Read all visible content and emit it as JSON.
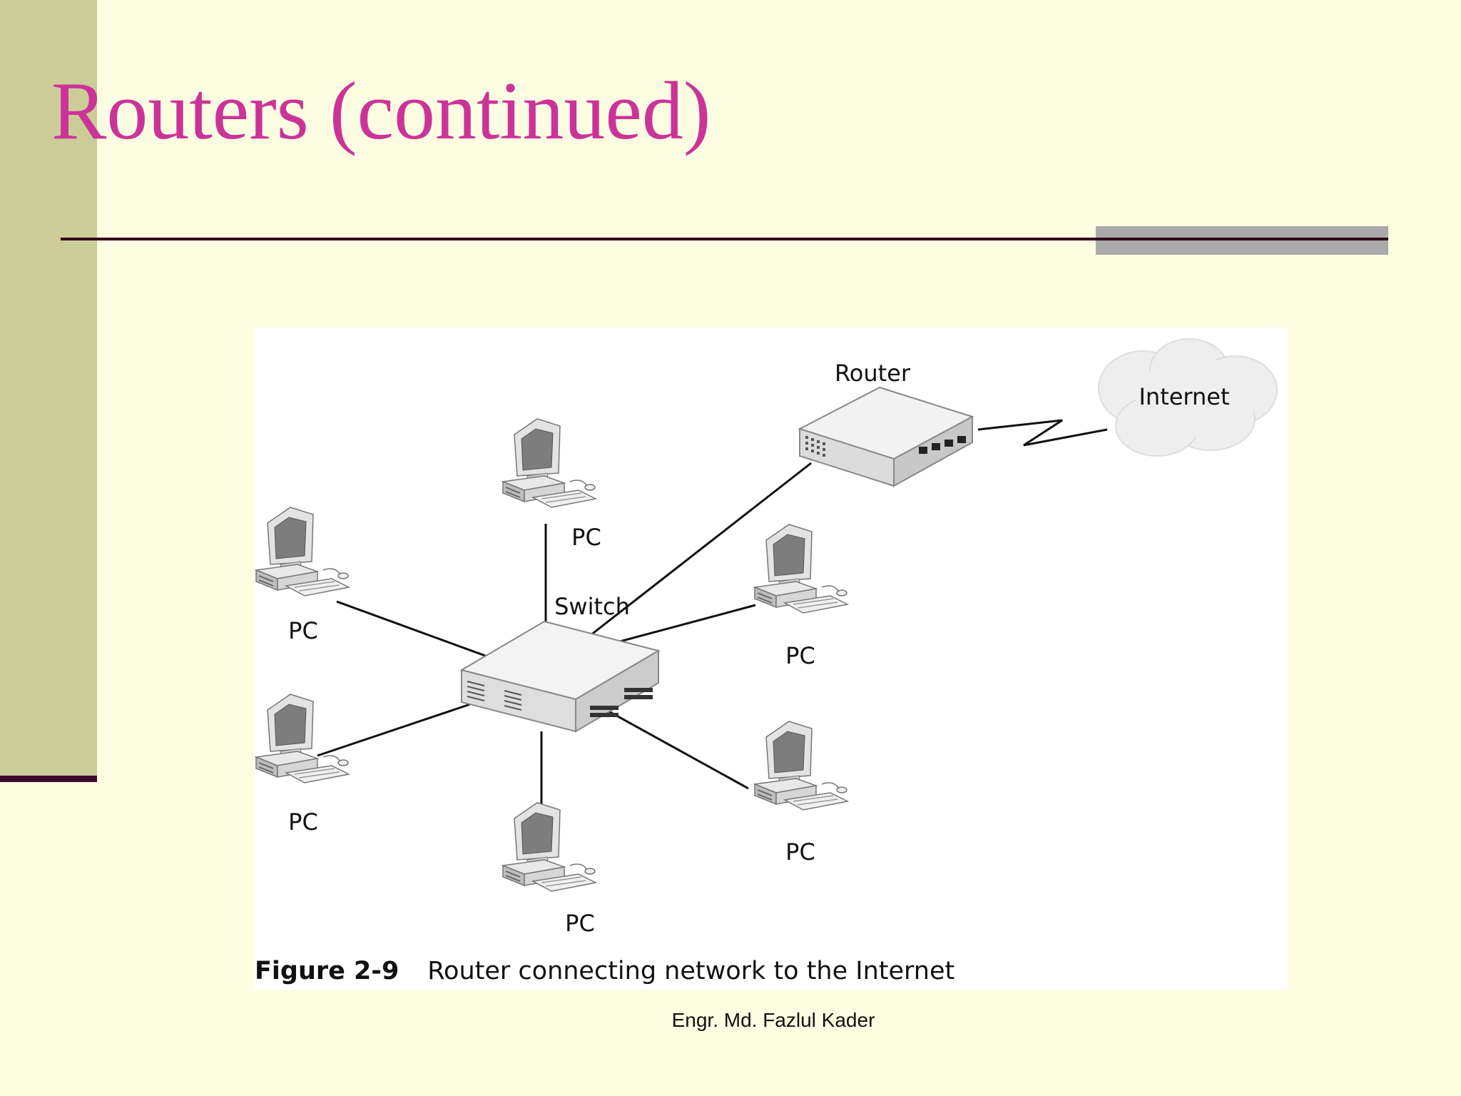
{
  "slide": {
    "title": "Routers (continued)",
    "footer": "Engr. Md. Fazlul Kader"
  },
  "diagram": {
    "nodes": {
      "router": "Router",
      "internet": "Internet",
      "switch": "Switch",
      "pc": "PC"
    },
    "caption": {
      "number": "Figure 2-9",
      "text": "Router connecting network to the Internet"
    }
  },
  "colors": {
    "title": "#cc3399",
    "background": "#fdfde1",
    "sidebar": "#cccc99"
  }
}
